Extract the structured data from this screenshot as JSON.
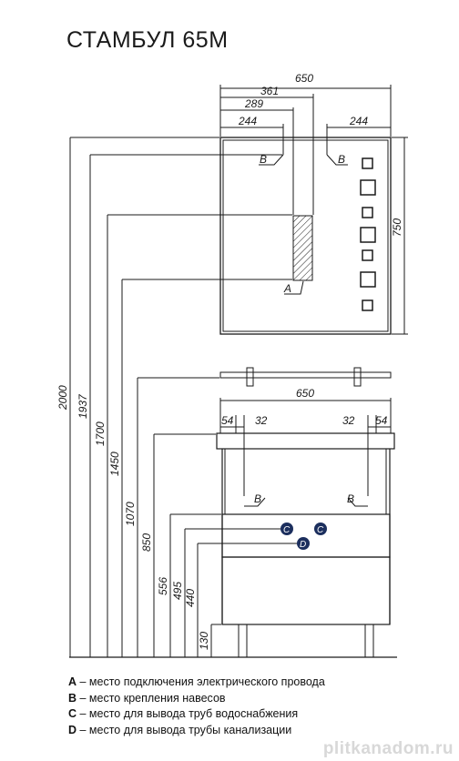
{
  "title": "СТАМБУЛ 65М",
  "dims": {
    "mirror_width": "650",
    "d361": "361",
    "d289": "289",
    "d244_left": "244",
    "d244_right": "244",
    "mirror_height": "750",
    "cabinet_width": "650",
    "d54_left": "54",
    "d32_left": "32",
    "d32_right": "32",
    "d54_right": "54"
  },
  "heights": [
    "2000",
    "1937",
    "1700",
    "1450",
    "1070",
    "850",
    "556",
    "495",
    "440",
    "130"
  ],
  "markers": {
    "a": "A",
    "b": "B",
    "c": "C",
    "d": "D"
  },
  "legend": [
    {
      "key": "A",
      "text": " – место подключения электрического провода"
    },
    {
      "key": "B",
      "text": " – место крепления навесов"
    },
    {
      "key": "C",
      "text": " – место для вывода труб водоснабжения"
    },
    {
      "key": "D",
      "text": " – место для вывода трубы канализации"
    }
  ],
  "watermark": "plitkanadom.ru",
  "colors": {
    "line": "#1a1a1a",
    "marker_fill": "#1c2f5e",
    "marker_text": "#ffffff"
  }
}
